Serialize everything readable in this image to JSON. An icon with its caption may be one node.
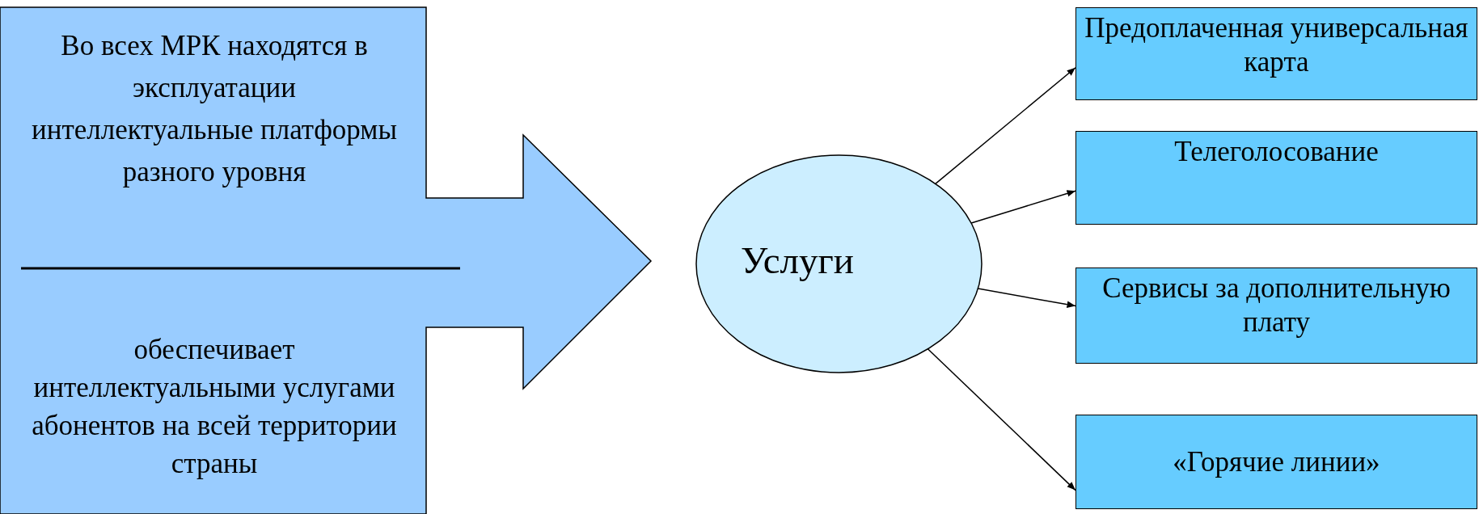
{
  "diagram": {
    "nodes": [
      {
        "text": [
          "Во всех МРК находятся в эксплуатации интеллектуальные платформы разного уровня",
          "обеспечивает интеллектуальными услугами абонентов на всей территории страны"
        ]
      },
      {
        "text": [
          "Услуги"
        ]
      },
      {
        "text": [
          "Предоплаченная универсальная карта"
        ]
      },
      {
        "text": [
          "Телеголосование"
        ]
      },
      {
        "text": [
          "Сервисы за дополнительную плату"
        ]
      },
      {
        "text": [
          "«Горячие линии»"
        ]
      }
    ],
    "edges": [
      {
        "from": 1,
        "to": 2,
        "arrow": "to"
      },
      {
        "from": 1,
        "to": 3,
        "arrow": "to"
      },
      {
        "from": 1,
        "to": 4,
        "arrow": "to"
      },
      {
        "from": 1,
        "to": 5,
        "arrow": "to"
      }
    ]
  }
}
